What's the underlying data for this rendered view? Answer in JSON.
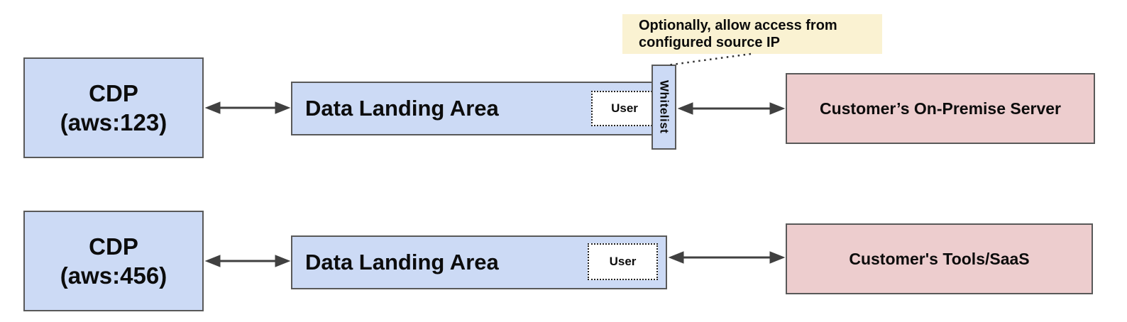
{
  "colors": {
    "box_blue": "#ccdaf5",
    "box_pink": "#edcdce",
    "note_yellow": "#faf2d2",
    "border_gray": "#595959",
    "arrow_gray": "#404040"
  },
  "note": {
    "line1": "Optionally, allow access from",
    "line2": "configured source IP"
  },
  "rows": {
    "top": {
      "cdp": {
        "line1": "CDP",
        "line2": "(aws:123)"
      },
      "dla": {
        "label": "Data Landing Area"
      },
      "user": {
        "label": "User"
      },
      "whitelist": {
        "label": "Whitelist"
      },
      "customer": {
        "label": "Customer’s On-Premise Server"
      }
    },
    "bottom": {
      "cdp": {
        "line1": "CDP",
        "line2": "(aws:456)"
      },
      "dla": {
        "label": "Data Landing Area"
      },
      "user": {
        "label": "User"
      },
      "customer": {
        "label": "Customer's Tools/SaaS"
      }
    }
  }
}
